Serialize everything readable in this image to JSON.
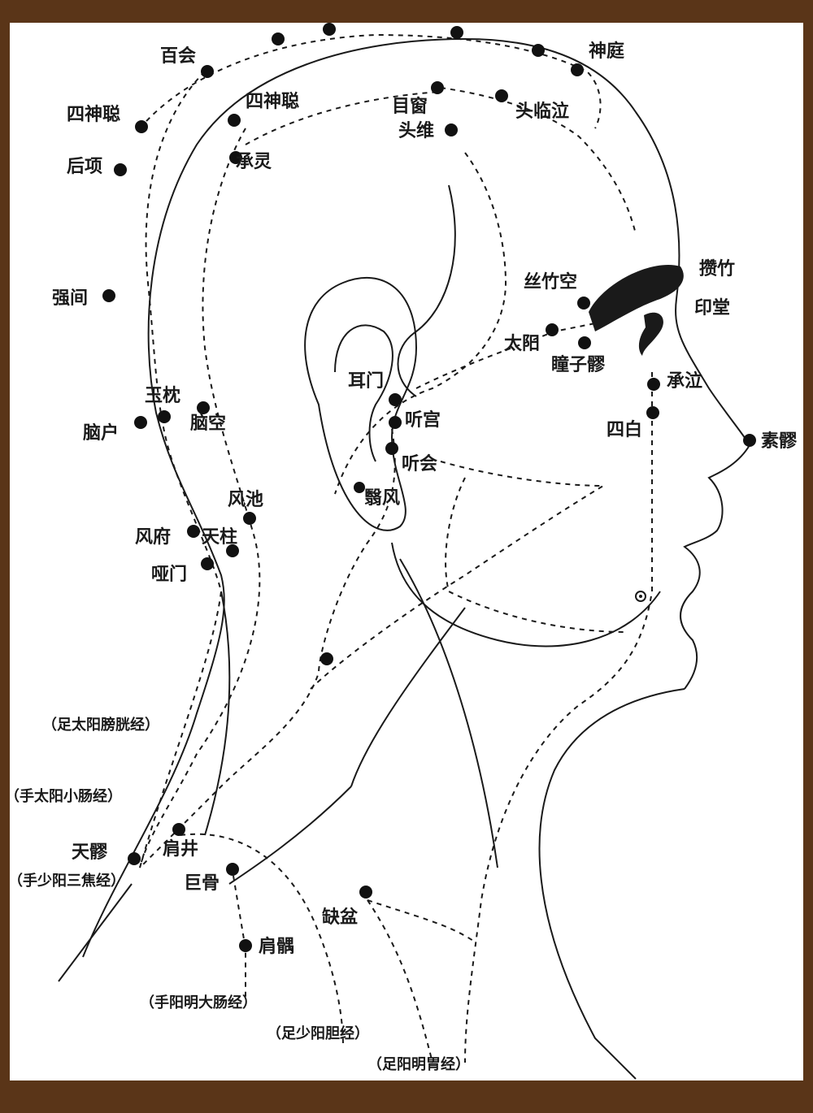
{
  "colors": {
    "frame": "#5a3518",
    "ink": "#1a1a1a",
    "background": "#ffffff"
  },
  "points": {
    "baihui": "百会",
    "shenting": "神庭",
    "sishencong_back": "四神聪",
    "sishencong_top": "四神聪",
    "houding": "后项",
    "muchuang": "目窗",
    "toulinqi": "头临泣",
    "touwei": "头维",
    "chengling": "承灵",
    "qiangjian": "强间",
    "zanzhu": "攒竹",
    "cuanzhukong": "丝竹空",
    "yintang": "印堂",
    "taiyang": "太阳",
    "tongziliao": "瞳子髎",
    "chengqi": "承泣",
    "sibai": "四白",
    "suliao": "素髎",
    "ermen": "耳门",
    "tinggong": "听宫",
    "tinghui": "听会",
    "yifeng": "翳风",
    "yuzhen": "玉枕",
    "naohu": "脑户",
    "naokong": "脑空",
    "fengchi": "风池",
    "fengfu": "风府",
    "tianzhu": "天柱",
    "yamen": "哑门",
    "jianjing": "肩井",
    "tianliao": "天髎",
    "jugu": "巨骨",
    "quepen": "缺盆",
    "jianyu": "肩髃"
  },
  "meridians": {
    "bladder": "（足太阳膀胱经）",
    "small_intestine": "（手太阳小肠经）",
    "sanjiao": "（手少阳三焦经）",
    "large_intestine": "（手阳明大肠经）",
    "gallbladder": "（足少阳胆经）",
    "stomach": "（足阳明胃经）"
  }
}
